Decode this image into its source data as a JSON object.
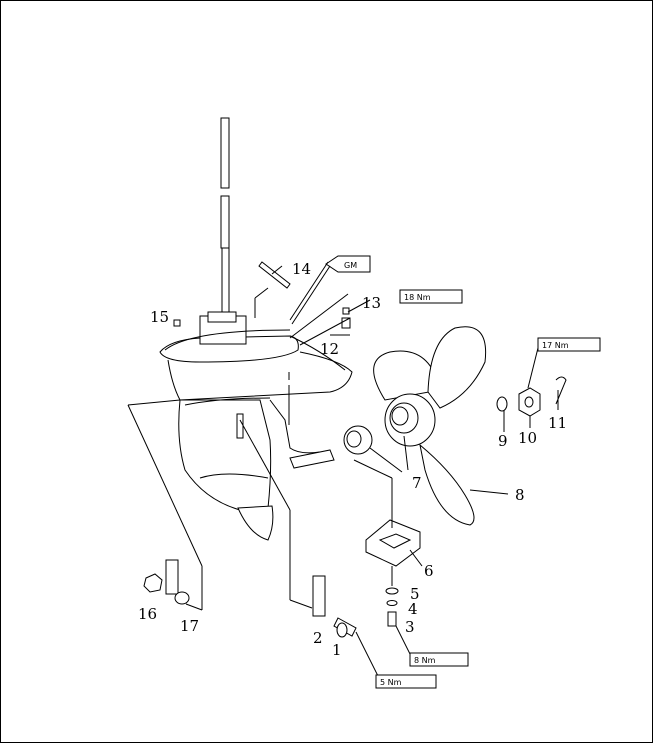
{
  "callouts": [
    {
      "id": "1",
      "label": "1"
    },
    {
      "id": "2",
      "label": "2"
    },
    {
      "id": "3",
      "label": "3"
    },
    {
      "id": "4",
      "label": "4"
    },
    {
      "id": "5",
      "label": "5"
    },
    {
      "id": "6",
      "label": "6"
    },
    {
      "id": "7",
      "label": "7"
    },
    {
      "id": "8",
      "label": "8"
    },
    {
      "id": "9",
      "label": "9"
    },
    {
      "id": "10",
      "label": "10"
    },
    {
      "id": "11",
      "label": "11"
    },
    {
      "id": "12",
      "label": "12"
    },
    {
      "id": "13",
      "label": "13"
    },
    {
      "id": "14",
      "label": "14"
    },
    {
      "id": "15",
      "label": "15"
    },
    {
      "id": "16",
      "label": "16"
    },
    {
      "id": "17",
      "label": "17"
    }
  ],
  "torque_boxes": {
    "t18": "18 Nm",
    "t17": "17 Nm",
    "t8": "8 Nm",
    "t5": "5 Nm"
  },
  "sealant_tag": "GM"
}
